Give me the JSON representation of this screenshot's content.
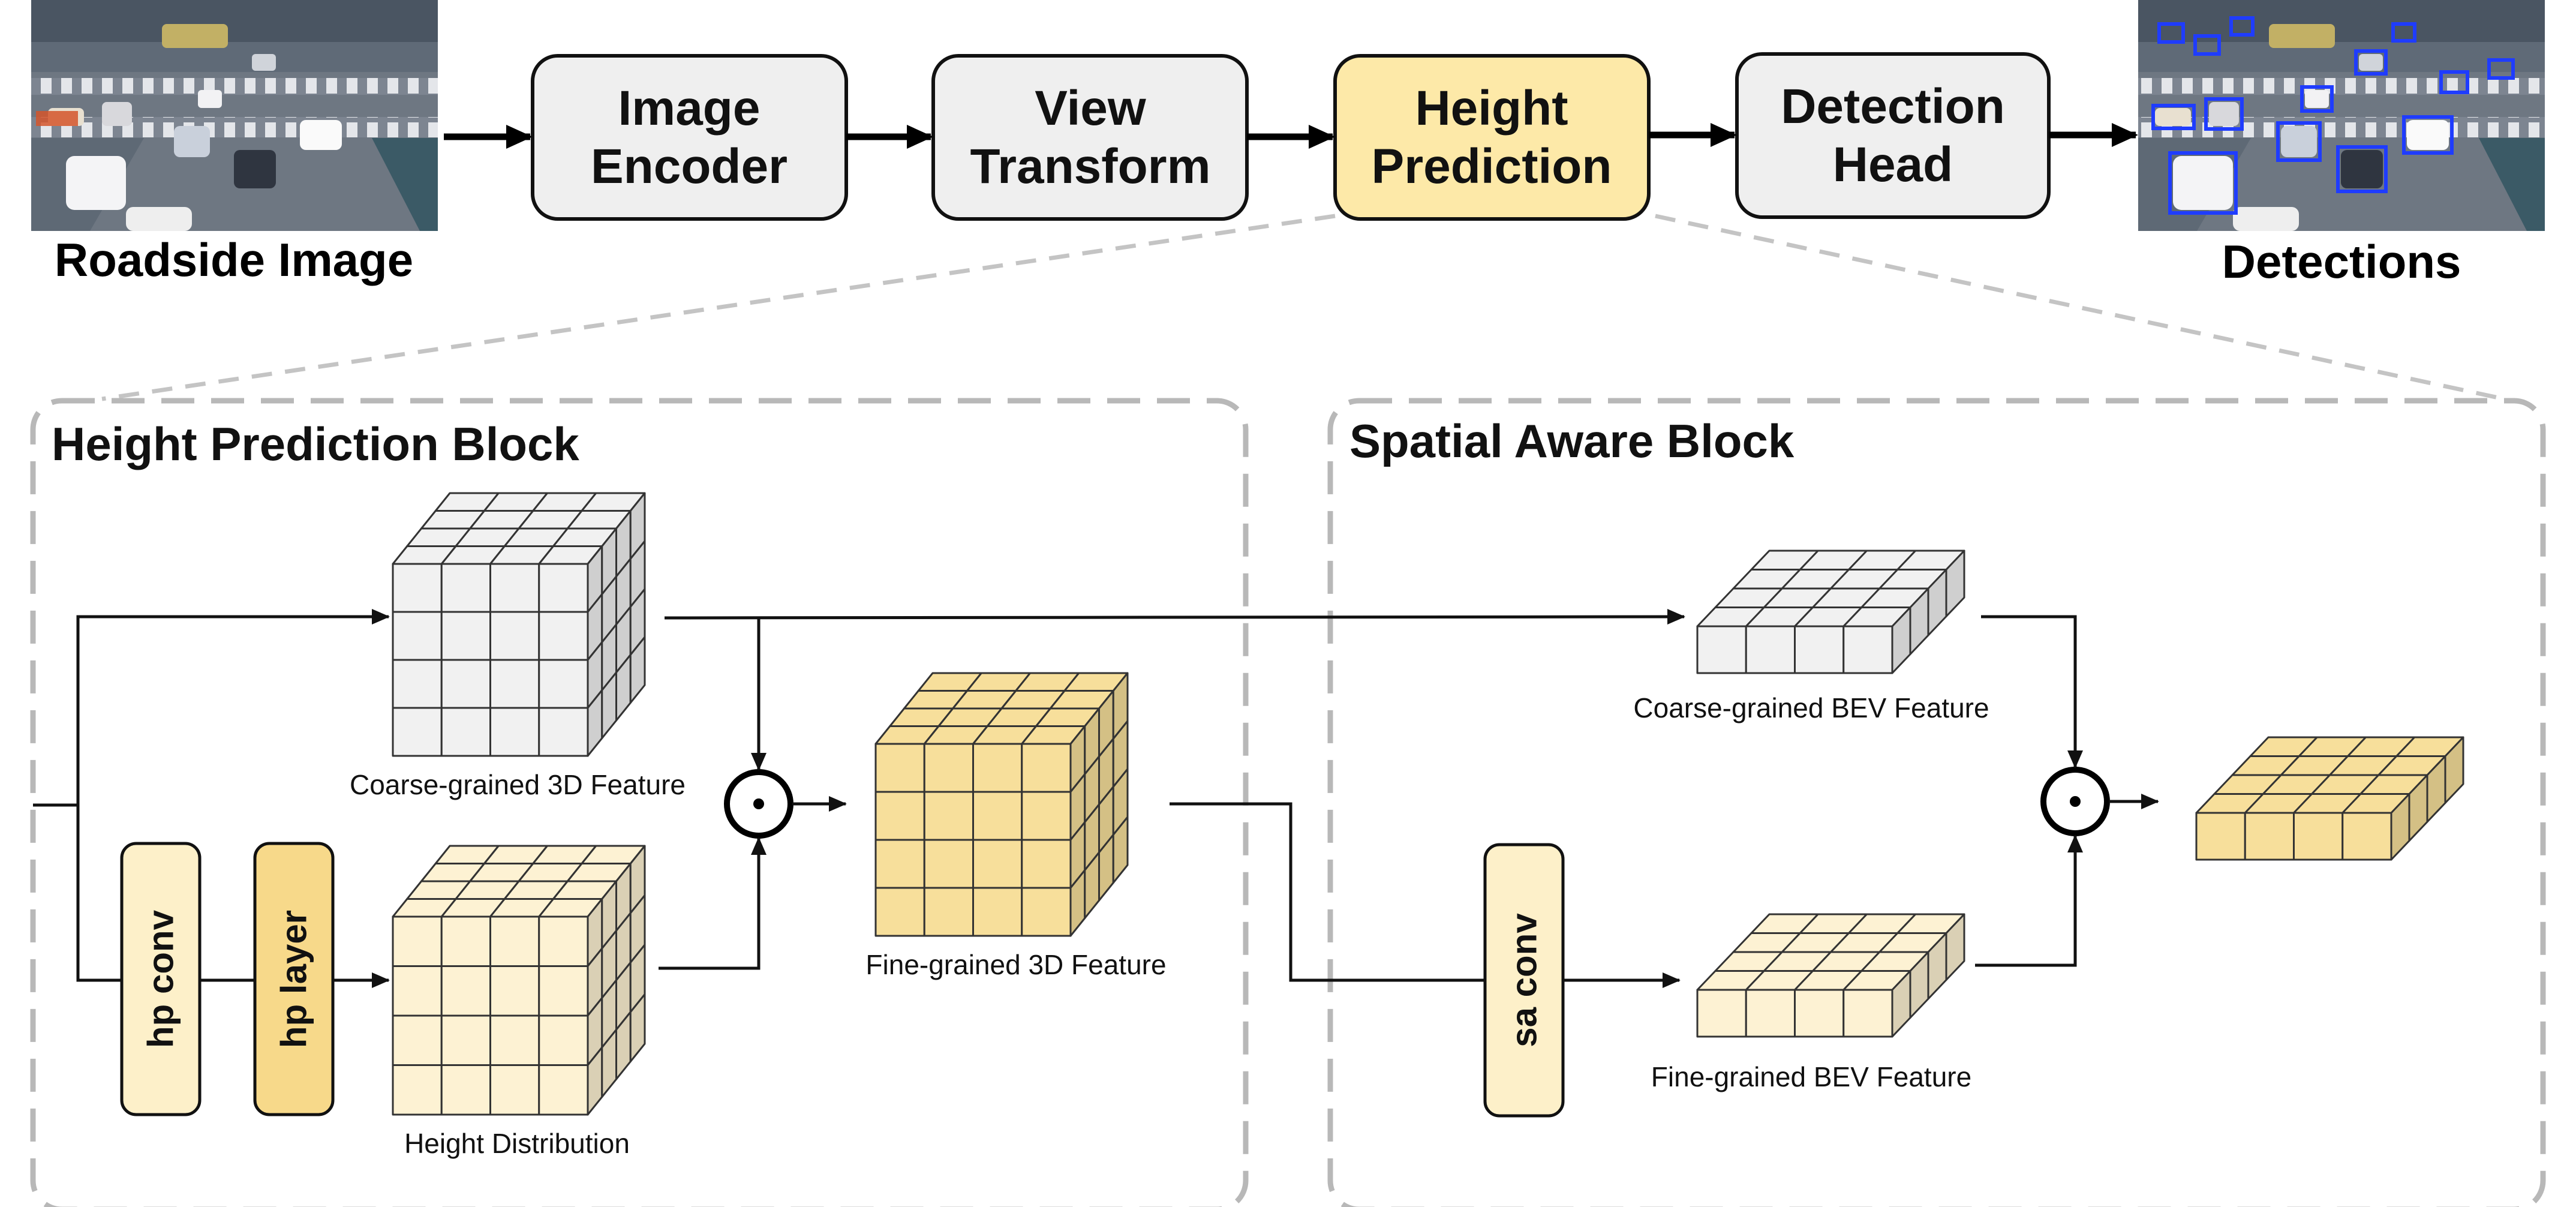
{
  "pipeline": {
    "input_caption": "Roadside Image",
    "output_caption": "Detections",
    "stages": [
      {
        "line1": "Image",
        "line2": "Encoder",
        "highlight": false
      },
      {
        "line1": "View",
        "line2": "Transform",
        "highlight": false
      },
      {
        "line1": "Height",
        "line2": "Prediction",
        "highlight": true
      },
      {
        "line1": "Detection",
        "line2": "Head",
        "highlight": false
      }
    ]
  },
  "blocks": {
    "height_prediction": {
      "title": "Height Prediction Block",
      "coarse_3d_label": "Coarse-grained 3D Feature",
      "height_dist_label": "Height Distribution",
      "fine_3d_label": "Fine-grained 3D Feature",
      "hp_conv_label": "hp conv",
      "hp_layer_label": "hp layer"
    },
    "spatial_aware": {
      "title": "Spatial Aware Block",
      "coarse_bev_label": "Coarse-grained BEV Feature",
      "fine_bev_label": "Fine-grained BEV Feature",
      "sa_conv_label": "sa conv"
    }
  },
  "colors": {
    "stage_gray": "#efefef",
    "stage_highlight": "#fde9a8",
    "cube_gray": "#f1f1f1",
    "cube_pale_yellow": "#fdf2d3",
    "cube_yellow": "#f7df9b",
    "hp_conv_fill": "#fdf0c9",
    "hp_layer_fill": "#f7d98a",
    "sa_conv_fill": "#fdf0c9",
    "dashed_border": "#b8b8b8"
  }
}
